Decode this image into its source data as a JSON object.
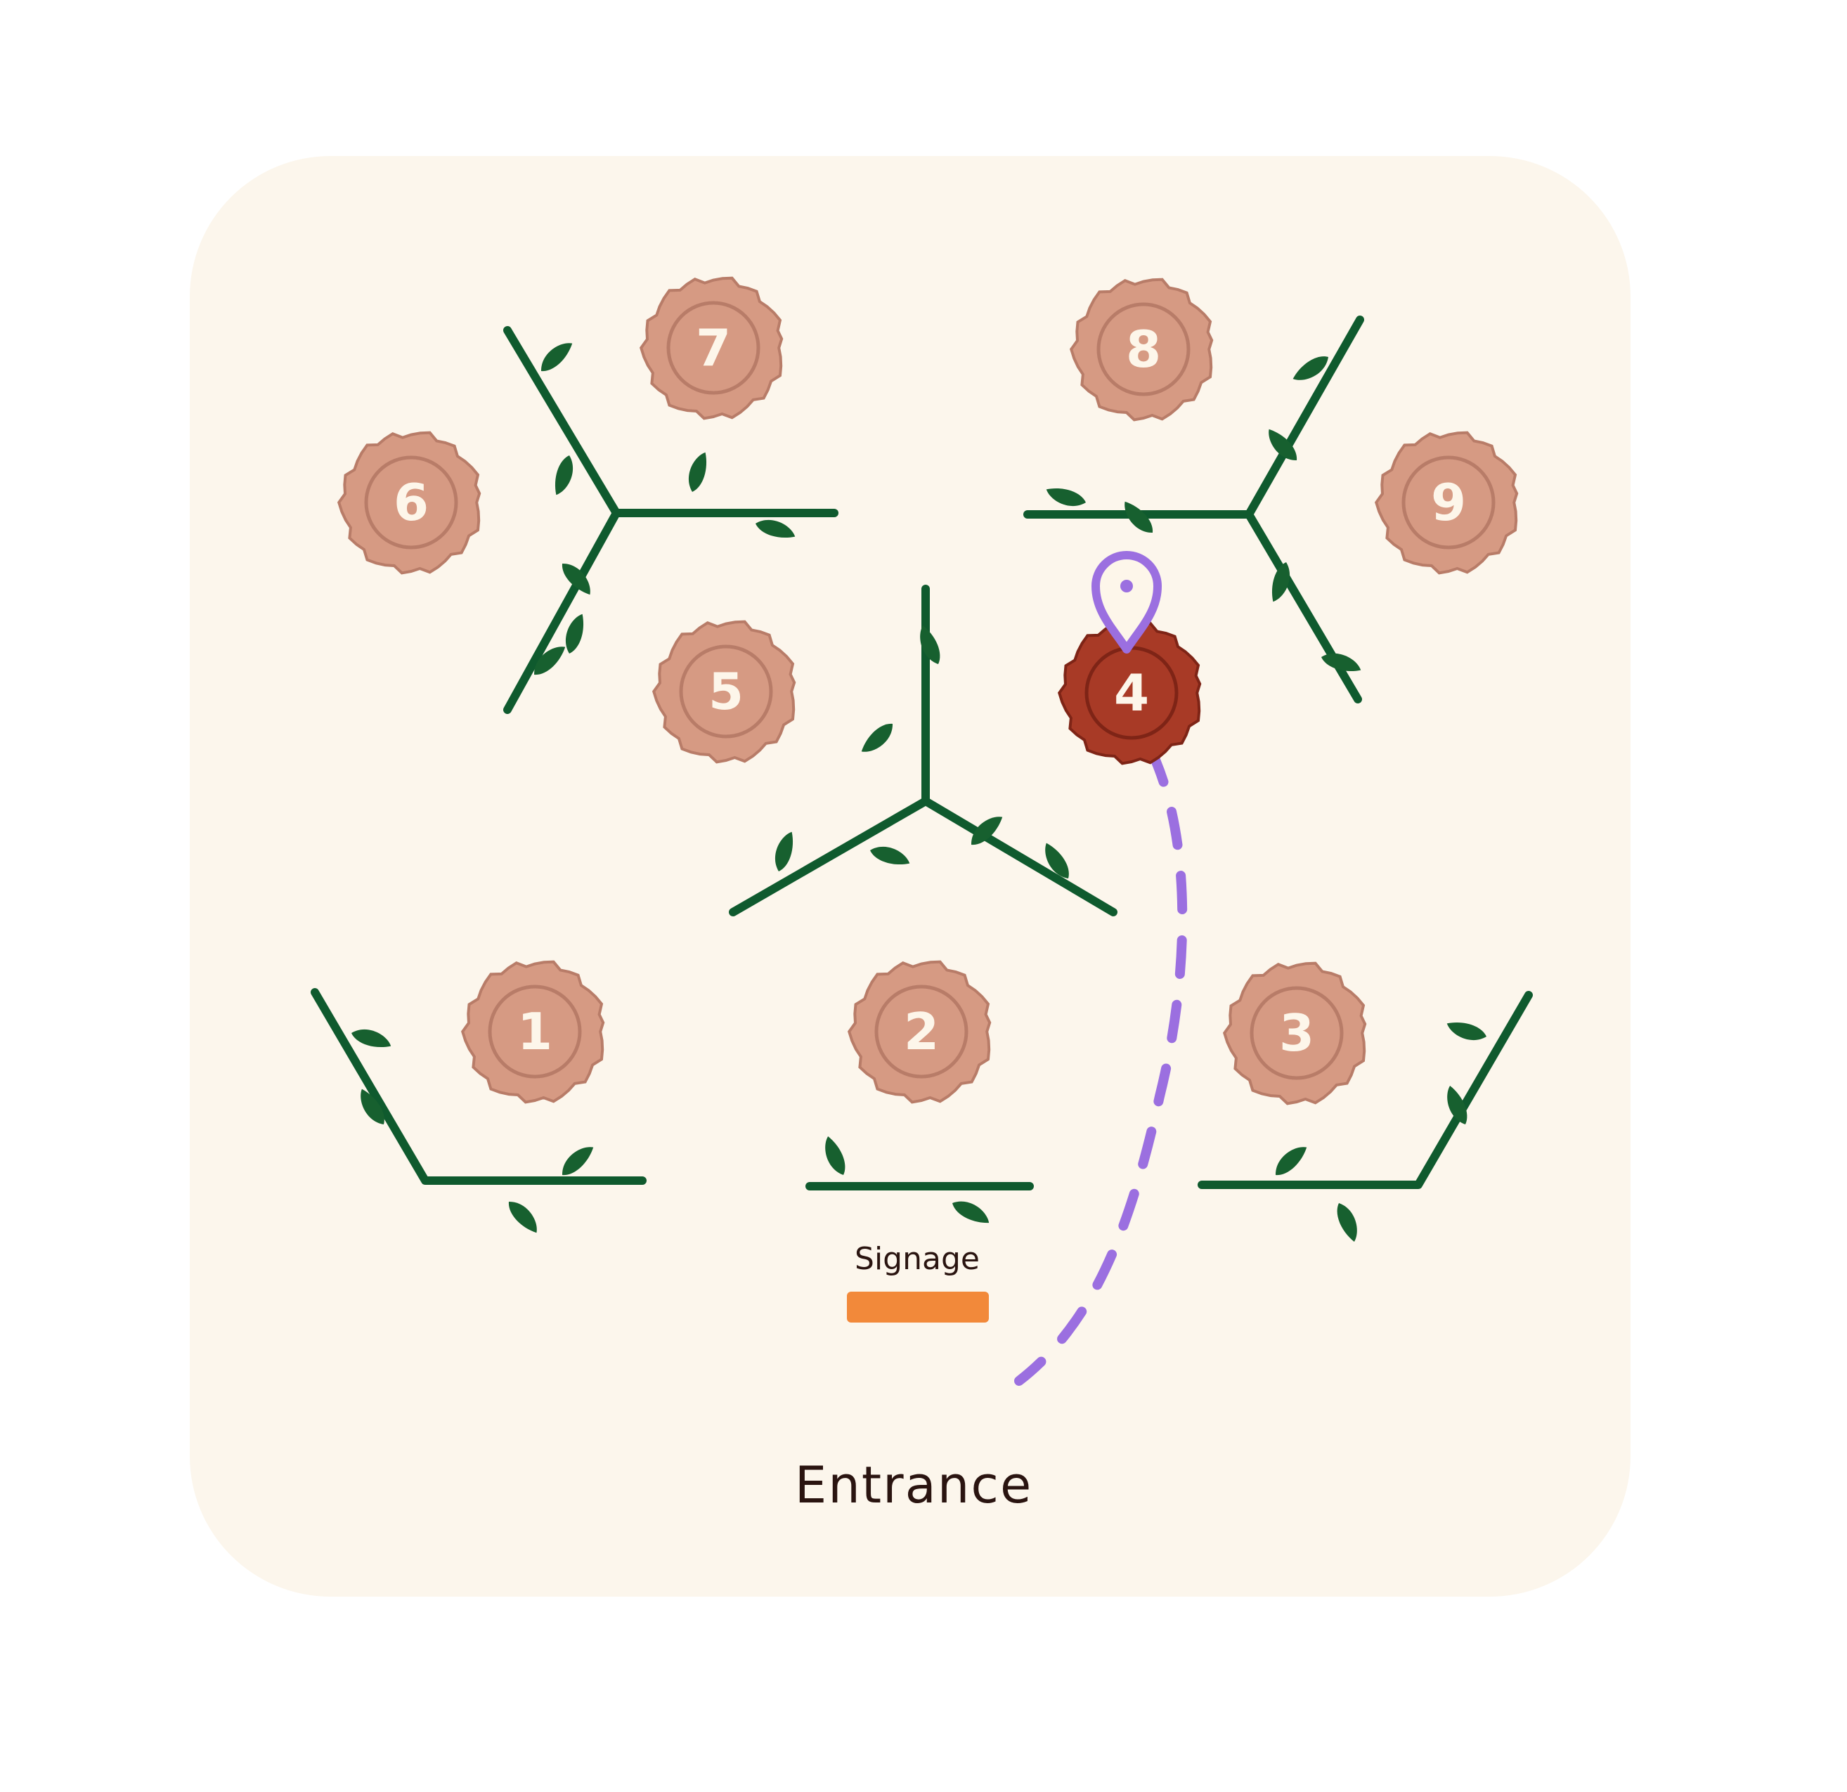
{
  "map": {
    "entrance_label": "Entrance",
    "signage_label": "Signage",
    "colors": {
      "panel": "#fcf6ec",
      "plot": "#d69a83",
      "plot_ring": "#b87c68",
      "plot_selected": "#a83a26",
      "plot_selected_ring": "#7e2416",
      "hedge": "#0f5a2e",
      "leaf": "#17602f",
      "path": "#9b6fe0",
      "pin": "#9b6fe0",
      "signage": "#f2893a",
      "text_dark": "#2a1410",
      "plot_text": "#fdf6ea"
    },
    "plots": [
      {
        "label": "1",
        "selected": false
      },
      {
        "label": "2",
        "selected": false
      },
      {
        "label": "3",
        "selected": false
      },
      {
        "label": "4",
        "selected": true
      },
      {
        "label": "5",
        "selected": false
      },
      {
        "label": "6",
        "selected": false
      },
      {
        "label": "7",
        "selected": false
      },
      {
        "label": "8",
        "selected": false
      },
      {
        "label": "9",
        "selected": false
      }
    ],
    "marker_icon": "location-pin-icon",
    "route_style": "dashed"
  }
}
